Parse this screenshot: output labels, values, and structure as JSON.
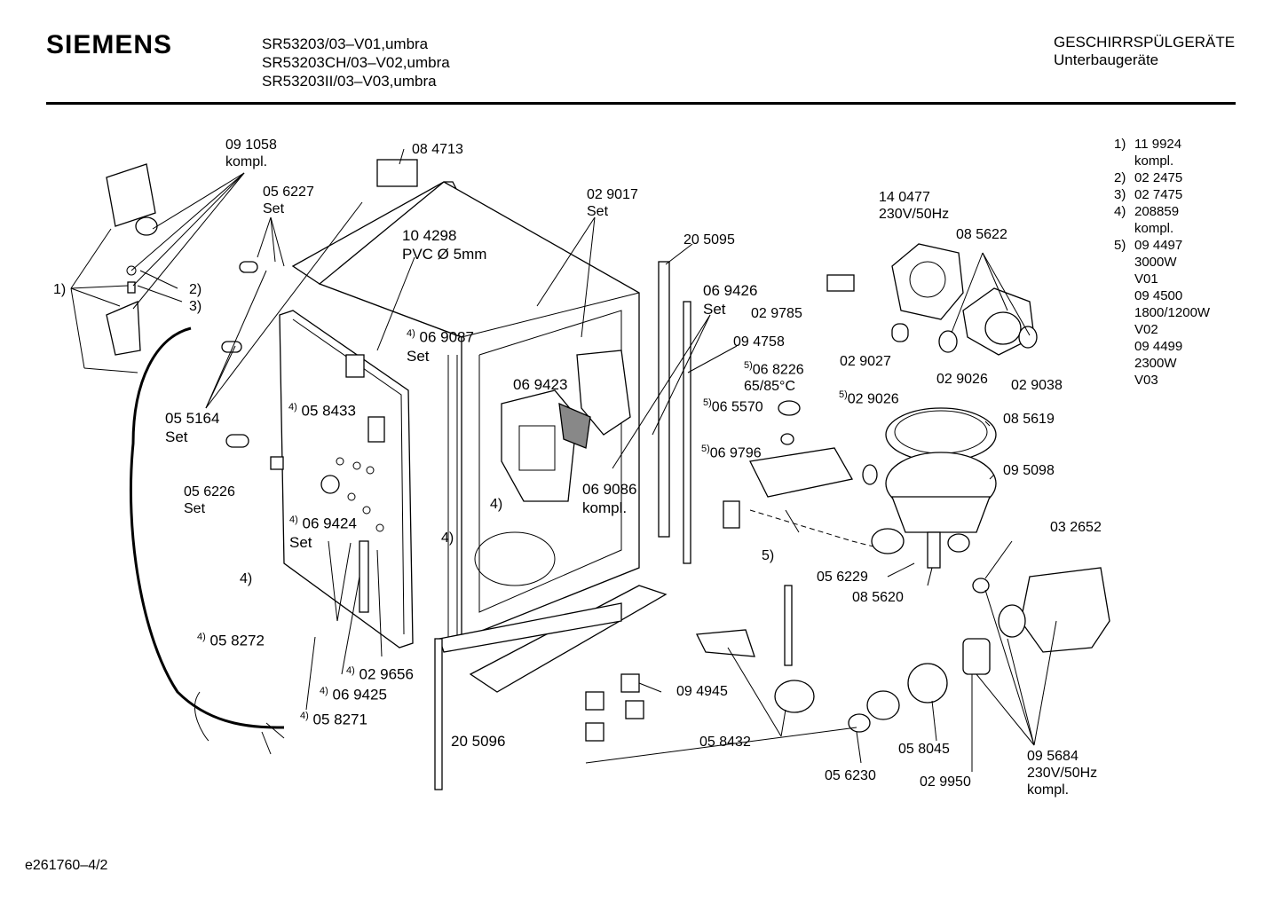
{
  "header": {
    "brand": "SIEMENS",
    "models": [
      "SR53203/03–V01,umbra",
      "SR53203CH/03–V02,umbra",
      "SR53203II/03–V03,umbra"
    ],
    "category": "GESCHIRRSPÜLGERÄTE",
    "subcategory": "Unterbaugeräte"
  },
  "footnotes": [
    {
      "mark": "1)",
      "lines": [
        "11 9924",
        "kompl."
      ]
    },
    {
      "mark": "2)",
      "lines": [
        "02 2475"
      ]
    },
    {
      "mark": "3)",
      "lines": [
        "02 7475"
      ]
    },
    {
      "mark": "4)",
      "lines": [
        "208859",
        "kompl."
      ]
    },
    {
      "mark": "5)",
      "lines": [
        "09 4497",
        "3000W",
        "V01",
        "09 4500",
        "1800/1200W",
        "V02",
        "09 4499",
        "2300W",
        "V03"
      ]
    }
  ],
  "labels": {
    "p091058": {
      "num": "09 1058",
      "sub": "kompl."
    },
    "p084713": {
      "num": "08 4713"
    },
    "p056227": {
      "num": "05 6227",
      "sub": "Set"
    },
    "p104298": {
      "num": "10 4298",
      "sub": "PVC Ø 5mm"
    },
    "p029017": {
      "num": "02 9017",
      "sub": "Set"
    },
    "p205095": {
      "num": "20 5095"
    },
    "p140477": {
      "num": "14 0477",
      "sub": "230V/50Hz"
    },
    "p085622": {
      "num": "08 5622"
    },
    "p069426": {
      "num": "06 9426",
      "sub": "Set"
    },
    "p029785": {
      "num": "02 9785"
    },
    "p094758": {
      "num": "09 4758"
    },
    "p069087": {
      "mark": "4)",
      "num": "06 9087",
      "sub": "Set"
    },
    "p069423": {
      "num": "06 9423"
    },
    "p068226": {
      "mark": "5)",
      "num": "06 8226",
      "sub": "65/85°C"
    },
    "p029027": {
      "num": "02 9027"
    },
    "p029026a": {
      "num": "02 9026"
    },
    "p029038": {
      "num": "02 9038"
    },
    "p029026b": {
      "mark": "5)",
      "num": "02 9026"
    },
    "p065570": {
      "mark": "5)",
      "num": "06 5570"
    },
    "p085619": {
      "num": "08 5619"
    },
    "p069796": {
      "mark": "5)",
      "num": "06 9796"
    },
    "p095098": {
      "num": "09 5098"
    },
    "p055164": {
      "num": "05 5164",
      "sub": "Set"
    },
    "p058433": {
      "mark": "4)",
      "num": "05 8433"
    },
    "p056226": {
      "num": "05 6226",
      "sub": "Set"
    },
    "p069086": {
      "num": "06 9086",
      "sub": "kompl."
    },
    "p069424": {
      "mark": "4)",
      "num": "06 9424",
      "sub": "Set"
    },
    "p032652": {
      "num": "03 2652"
    },
    "p056229": {
      "num": "05 6229"
    },
    "p085620": {
      "num": "08 5620"
    },
    "p058272": {
      "mark": "4)",
      "num": "05 8272"
    },
    "p029656": {
      "mark": "4)",
      "num": "02 9656"
    },
    "p069425": {
      "mark": "4)",
      "num": "06 9425"
    },
    "p058271": {
      "mark": "4)",
      "num": "05 8271"
    },
    "p094945": {
      "num": "09 4945"
    },
    "p058432": {
      "num": "05 8432"
    },
    "p205096": {
      "num": "20 5096"
    },
    "p056230": {
      "num": "05 6230"
    },
    "p058045": {
      "num": "05 8045"
    },
    "p029950": {
      "num": "02 9950"
    },
    "p095684": {
      "num": "09 5684",
      "sub": "230V/50Hz",
      "sub2": "kompl."
    }
  },
  "markers": {
    "m1": "1)",
    "m2": "2)",
    "m3": "3)",
    "m4a": "4)",
    "m4b": "4)",
    "m4c": "4)",
    "m5": "5)"
  },
  "footer": {
    "code": "e261760–4/2"
  }
}
